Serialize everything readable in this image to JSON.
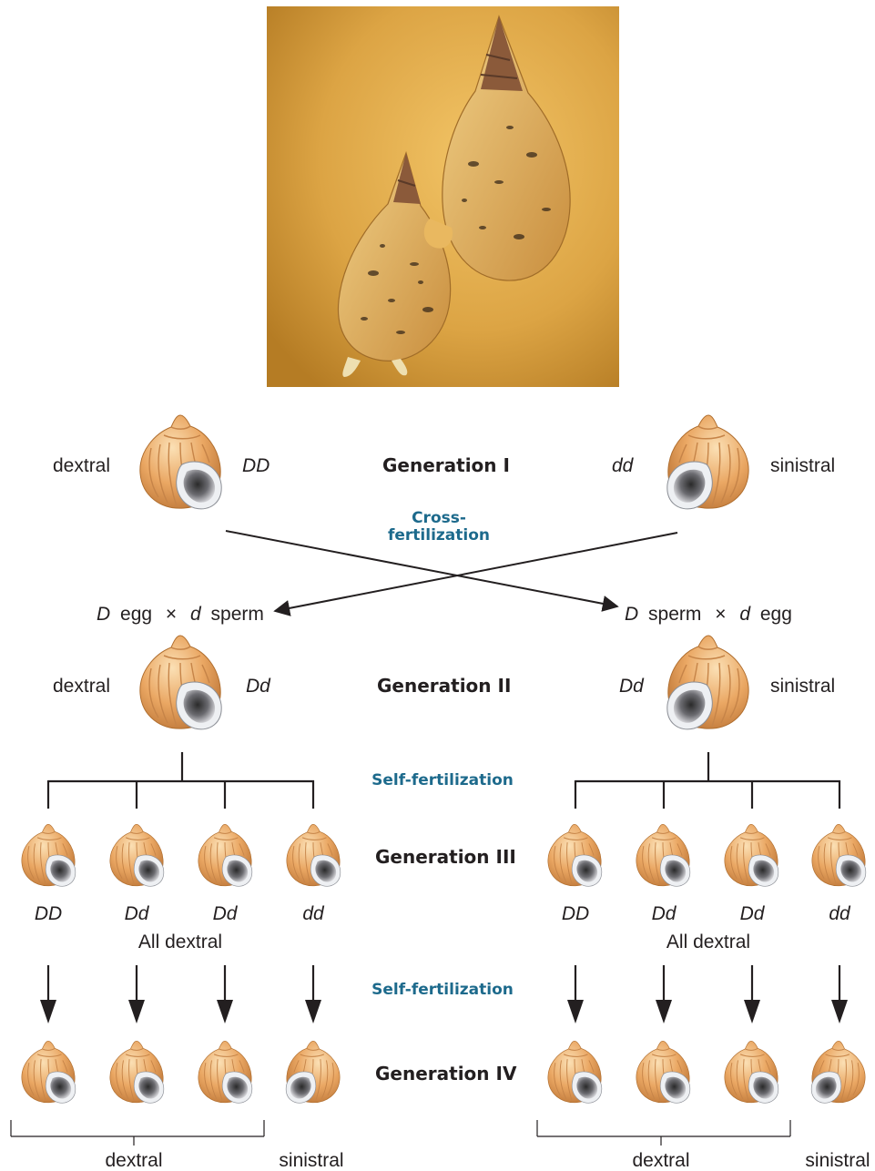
{
  "photo": {
    "alt": "two snails"
  },
  "generation_labels": {
    "g1": "Generation I",
    "g2": "Generation II",
    "g3": "Generation III",
    "g4": "Generation IV"
  },
  "process_labels": {
    "cross_line1": "Cross-",
    "cross_line2": "fertilization",
    "self1": "Self-fertilization",
    "self2": "Self-fertilization"
  },
  "generation_1": {
    "left_phenotype": "dextral",
    "left_genotype": "DD",
    "right_genotype": "dd",
    "right_phenotype": "sinistral"
  },
  "gametes": {
    "left": {
      "allele1": "D",
      "word1": "egg",
      "times": "×",
      "allele2": "d",
      "word2": "sperm"
    },
    "right": {
      "allele1": "D",
      "word1": "sperm",
      "times": "×",
      "allele2": "d",
      "word2": "egg"
    }
  },
  "generation_2": {
    "left_phenotype": "dextral",
    "left_genotype": "Dd",
    "right_genotype": "Dd",
    "right_phenotype": "sinistral"
  },
  "generation_3": {
    "left_genotypes": [
      "DD",
      "Dd",
      "Dd",
      "dd"
    ],
    "left_summary": "All dextral",
    "right_genotypes": [
      "DD",
      "Dd",
      "Dd",
      "dd"
    ],
    "right_summary": "All dextral"
  },
  "generation_4": {
    "left_bracket_label": "dextral",
    "left_single_label": "sinistral",
    "right_bracket_label": "dextral",
    "right_single_label": "sinistral"
  },
  "colors": {
    "process_text": "#1d6a8c",
    "line": "#231f20",
    "photo_background": "#d9a33a",
    "shell": "#e8a867"
  }
}
